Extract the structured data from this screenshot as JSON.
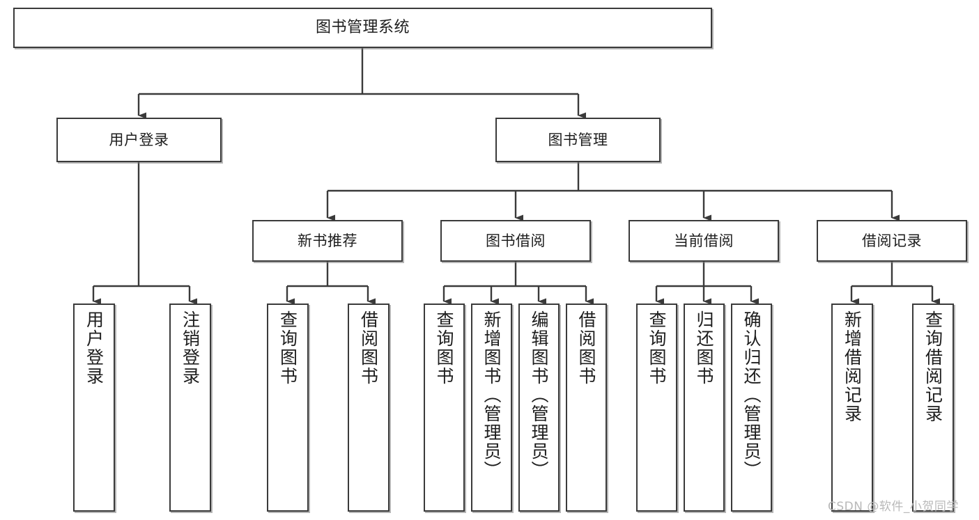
{
  "diagram": {
    "title": "图书管理系统",
    "type": "hierarchy-tree",
    "watermark": "CSDN @软件_小贺同学",
    "root": {
      "label": "图书管理系统"
    },
    "level2": [
      {
        "label": "用户登录"
      },
      {
        "label": "图书管理"
      }
    ],
    "level3": [
      {
        "label": "新书推荐"
      },
      {
        "label": "图书借阅"
      },
      {
        "label": "当前借阅"
      },
      {
        "label": "借阅记录"
      }
    ],
    "leaves": {
      "user_login": [
        {
          "label": "用户登录"
        },
        {
          "label": "注销登录"
        }
      ],
      "new_book_recommend": [
        {
          "label": "查询图书"
        },
        {
          "label": "借阅图书"
        }
      ],
      "book_borrow": [
        {
          "label": "查询图书"
        },
        {
          "label": "新增图书（管理员）"
        },
        {
          "label": "编辑图书（管理员）"
        },
        {
          "label": "借阅图书"
        }
      ],
      "current_borrow": [
        {
          "label": "查询图书"
        },
        {
          "label": "归还图书"
        },
        {
          "label": "确认归还（管理员）"
        }
      ],
      "borrow_record": [
        {
          "label": "新增借阅记录"
        },
        {
          "label": "查询借阅记录"
        }
      ]
    },
    "colors": {
      "stroke": "#3a3a3a",
      "fill": "#ffffff",
      "text": "#1d1d1d",
      "watermark": "#b9b9b9"
    }
  }
}
